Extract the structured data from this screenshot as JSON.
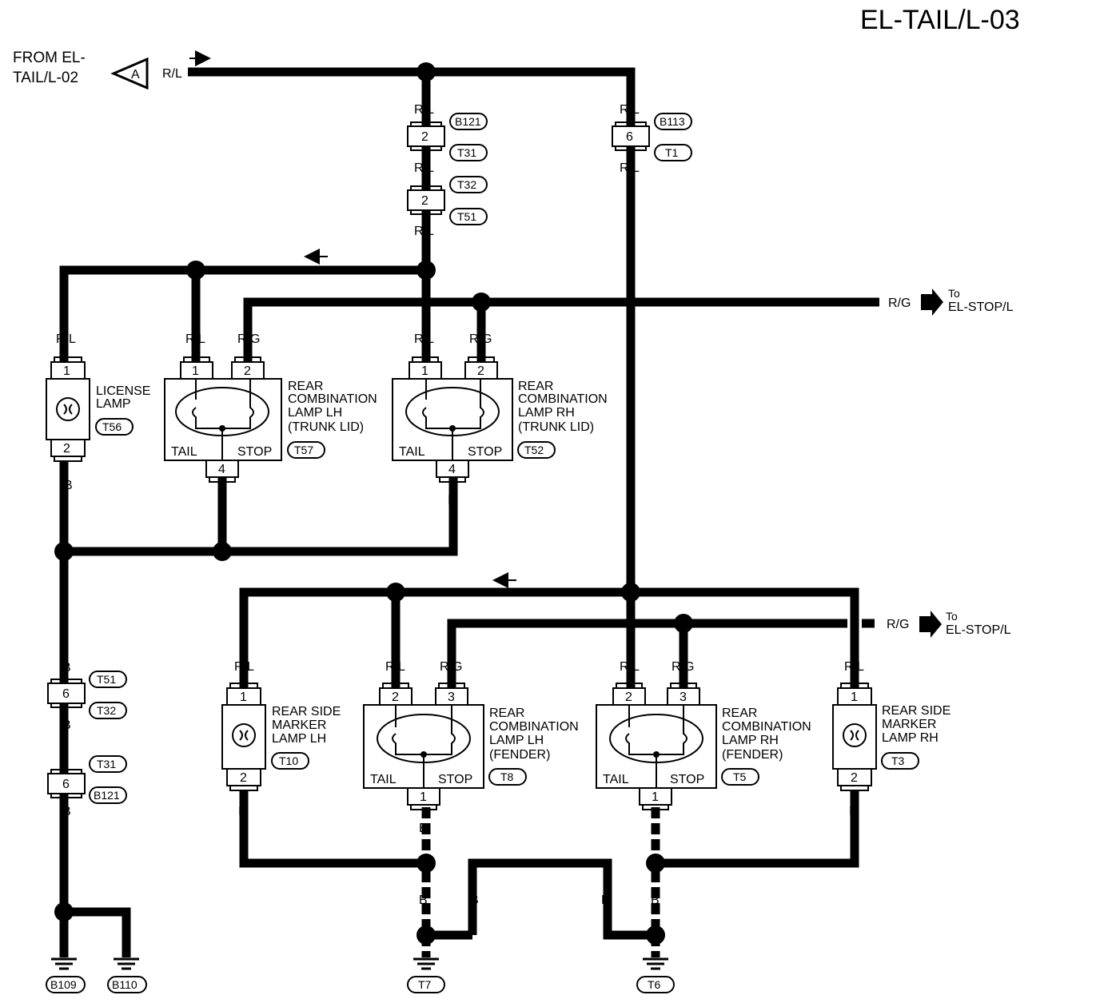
{
  "page_title": "EL-TAIL/L-03",
  "from_label": [
    "FROM EL-",
    "TAIL/L-02"
  ],
  "connector_a": "A",
  "to_label": [
    "To",
    "EL-STOP/L"
  ],
  "wire": {
    "rl": "R/L",
    "rg": "R/G",
    "b": "B"
  },
  "connectors": {
    "b121": "B121",
    "t31": "T31",
    "t32": "T32",
    "t51": "T51",
    "b113": "B113",
    "t1": "T1",
    "b109": "B109",
    "b110": "B110",
    "t7": "T7",
    "t6": "T6"
  },
  "pins": {
    "p1": "1",
    "p2": "2",
    "p3": "3",
    "p4": "4",
    "p6": "6"
  },
  "lamp_words": {
    "tail": "TAIL",
    "stop": "STOP"
  },
  "components": {
    "license_lamp": {
      "lines": [
        "LICENSE",
        "LAMP"
      ],
      "code": "T56"
    },
    "rcl_lh_trunk": {
      "lines": [
        "REAR",
        "COMBINATION",
        "LAMP LH",
        "(TRUNK LID)"
      ],
      "code": "T57"
    },
    "rcl_rh_trunk": {
      "lines": [
        "REAR",
        "COMBINATION",
        "LAMP RH",
        "(TRUNK LID)"
      ],
      "code": "T52"
    },
    "rsm_lh": {
      "lines": [
        "REAR SIDE",
        "MARKER",
        "LAMP LH"
      ],
      "code": "T10"
    },
    "rcl_lh_fender": {
      "lines": [
        "REAR",
        "COMBINATION",
        "LAMP LH",
        "(FENDER)"
      ],
      "code": "T8"
    },
    "rcl_rh_fender": {
      "lines": [
        "REAR",
        "COMBINATION",
        "LAMP RH",
        "(FENDER)"
      ],
      "code": "T5"
    },
    "rsm_rh": {
      "lines": [
        "REAR SIDE",
        "MARKER",
        "LAMP RH"
      ],
      "code": "T3"
    }
  }
}
